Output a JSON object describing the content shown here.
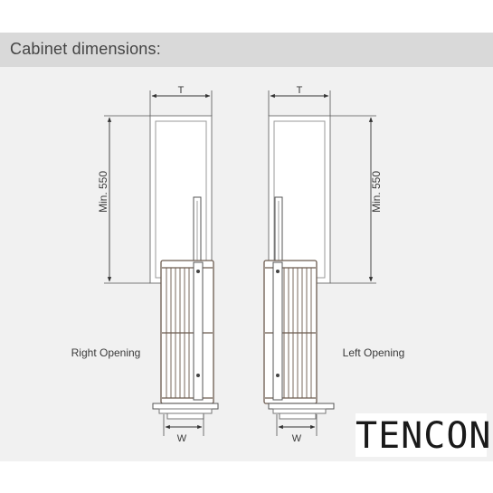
{
  "header": {
    "title": "Cabinet dimensions:"
  },
  "diagram": {
    "depth_label": "T",
    "height_label": "Min. 550",
    "width_label": "W",
    "right_caption": "Right Opening",
    "left_caption": "Left Opening"
  },
  "brand": {
    "name": "TENCON"
  },
  "colors": {
    "panel": "#f1f1f1",
    "header": "#d9d9d9",
    "line": "#555555",
    "basket": "#6b5a4e"
  }
}
